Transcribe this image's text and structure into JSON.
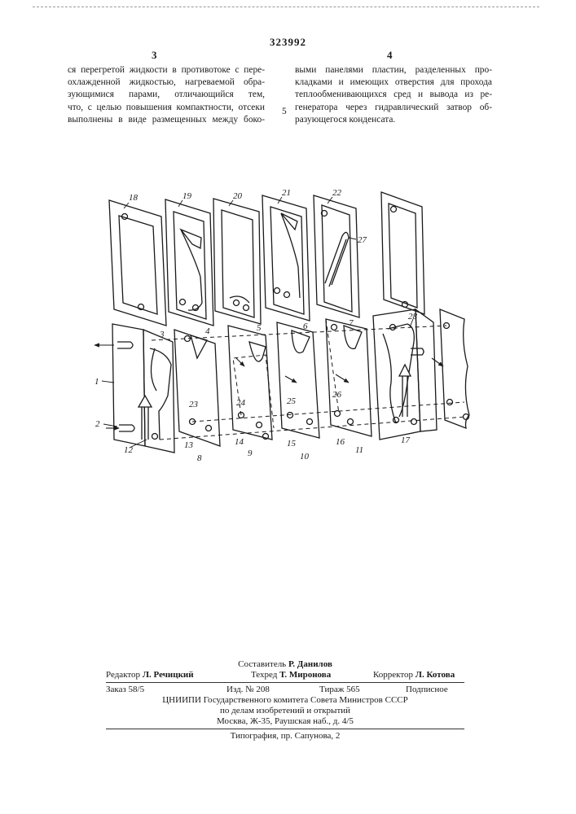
{
  "header": {
    "patent_number": "323992",
    "column_left_number": "3",
    "column_right_number": "4",
    "line_marker": "5"
  },
  "body": {
    "left_column": [
      "ся перегретой жидкости в противотоке с пере-",
      "охлажденной жидкостью, нагреваемой обра-",
      "зующимися парами, отличающийся тем,",
      "что, с целью повышения компактности, отсеки",
      "выполнены в виде размещенных между боко-"
    ],
    "right_column": [
      "выми панелями пластин, разделенных про-",
      "кладками и имеющих отверстия для прохода",
      "теплообменивающихся сред и вывода из ре-",
      "генератора через гидравлический затвор об-",
      "разующегося конденсата."
    ]
  },
  "figure": {
    "labels": {
      "n1": "1",
      "n2": "2",
      "n3": "3",
      "n4": "4",
      "n5": "5",
      "n6": "6",
      "n7": "7",
      "n8": "8",
      "n9": "9",
      "n10": "10",
      "n11": "11",
      "n12": "12",
      "n13": "13",
      "n14": "14",
      "n15": "15",
      "n16": "16",
      "n17": "17",
      "n18": "18",
      "n19": "19",
      "n20": "20",
      "n21": "21",
      "n22": "22",
      "n23": "23",
      "n24": "24",
      "n25": "25",
      "n26": "26",
      "n27": "27",
      "n28": "28"
    }
  },
  "imprint": {
    "compiler_label": "Составитель",
    "compiler_name": "Р. Данилов",
    "editor_label": "Редактор",
    "editor_name": "Л. Речицкий",
    "techred_label": "Техред",
    "techred_name": "Т. Миронова",
    "corrector_label": "Корректор",
    "corrector_name": "Л. Котова",
    "order": "Заказ 58/5",
    "izd": "Изд. № 208",
    "tirazh": "Тираж 565",
    "podpisnoe": "Подписное",
    "org_line1": "ЦНИИПИ Государственного комитета Совета Министров СССР",
    "org_line2": "по делам изобретений и открытий",
    "org_line3": "Москва, Ж-35, Раушская наб., д. 4/5",
    "printer": "Типография, пр. Сапунова, 2"
  }
}
